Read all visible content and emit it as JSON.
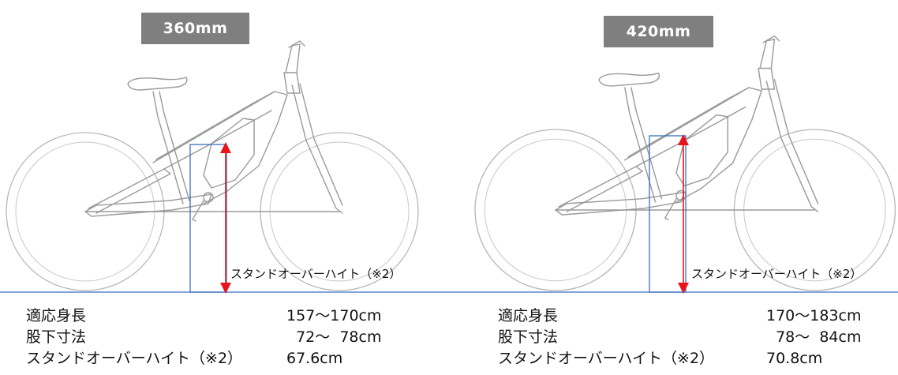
{
  "sizes": [
    {
      "size_label": "360mm",
      "standover_label": "スタンドオーバーハイト（※2）",
      "specs": [
        {
          "label": "適応身長",
          "value": "157～170cm"
        },
        {
          "label": "股下寸法",
          "value": "  72～  78cm"
        },
        {
          "label": "スタンドオーバーハイト（※2）",
          "value": "67.6cm"
        }
      ]
    },
    {
      "size_label": "420mm",
      "standover_label": "スタンドオーバーハイト（※2）",
      "specs": [
        {
          "label": "適応身長",
          "value": "170～183cm"
        },
        {
          "label": "股下寸法",
          "value": "  78～  84cm"
        },
        {
          "label": "スタンドオーバーハイト（※2）",
          "value": "70.8cm"
        }
      ]
    }
  ],
  "colors": {
    "badge_bg": "#7f7f7f",
    "badge_text": "#ffffff",
    "measure_arrow": "#e8141c",
    "guide_line": "#3a6fc0",
    "bike_outline": "#9a9a9a"
  }
}
